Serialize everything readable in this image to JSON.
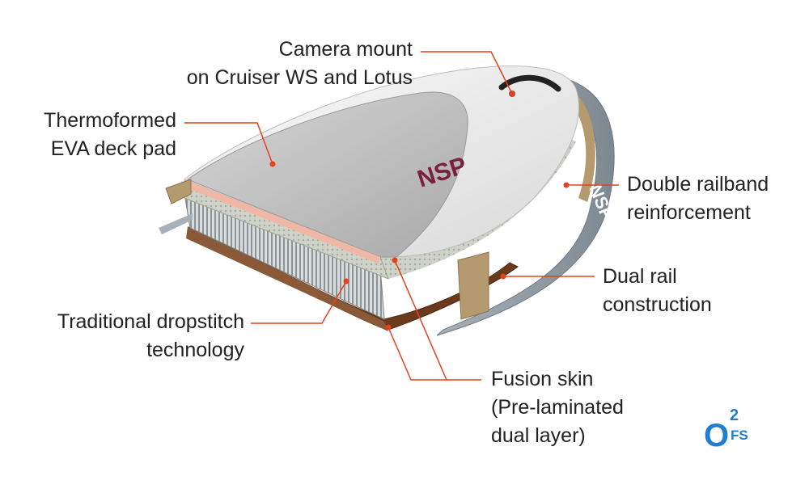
{
  "callouts": {
    "camera": {
      "line1": "Camera mount",
      "line2": "on Cruiser WS and Lotus"
    },
    "deckpad": {
      "line1": "Thermoformed",
      "line2": "EVA deck pad"
    },
    "railband": {
      "line1": "Double railband",
      "line2": "reinforcement"
    },
    "dualrail": {
      "line1": "Dual rail",
      "line2": "construction"
    },
    "dropstitch": {
      "line1": "Traditional dropstitch",
      "line2": "technology"
    },
    "fusion": {
      "line1": "Fusion skin",
      "line2": "(Pre-laminated",
      "line3": "dual layer)"
    }
  },
  "board": {
    "deck_logo": "NSP",
    "rail_logo": "NSP"
  },
  "badge": {
    "o": "O",
    "sup": "2",
    "sub": "FS"
  },
  "colors": {
    "leader": "#e8401c",
    "deck_pad": "#b9b9b9",
    "board_white": "#f2f2f2",
    "rail_grey": "#8f9aa2",
    "railband_tan": "#b49a6e",
    "bottom_brown": "#6b3a1c",
    "logo_maroon": "#7a1f3d",
    "badge_blue": "#1f7ed0"
  }
}
